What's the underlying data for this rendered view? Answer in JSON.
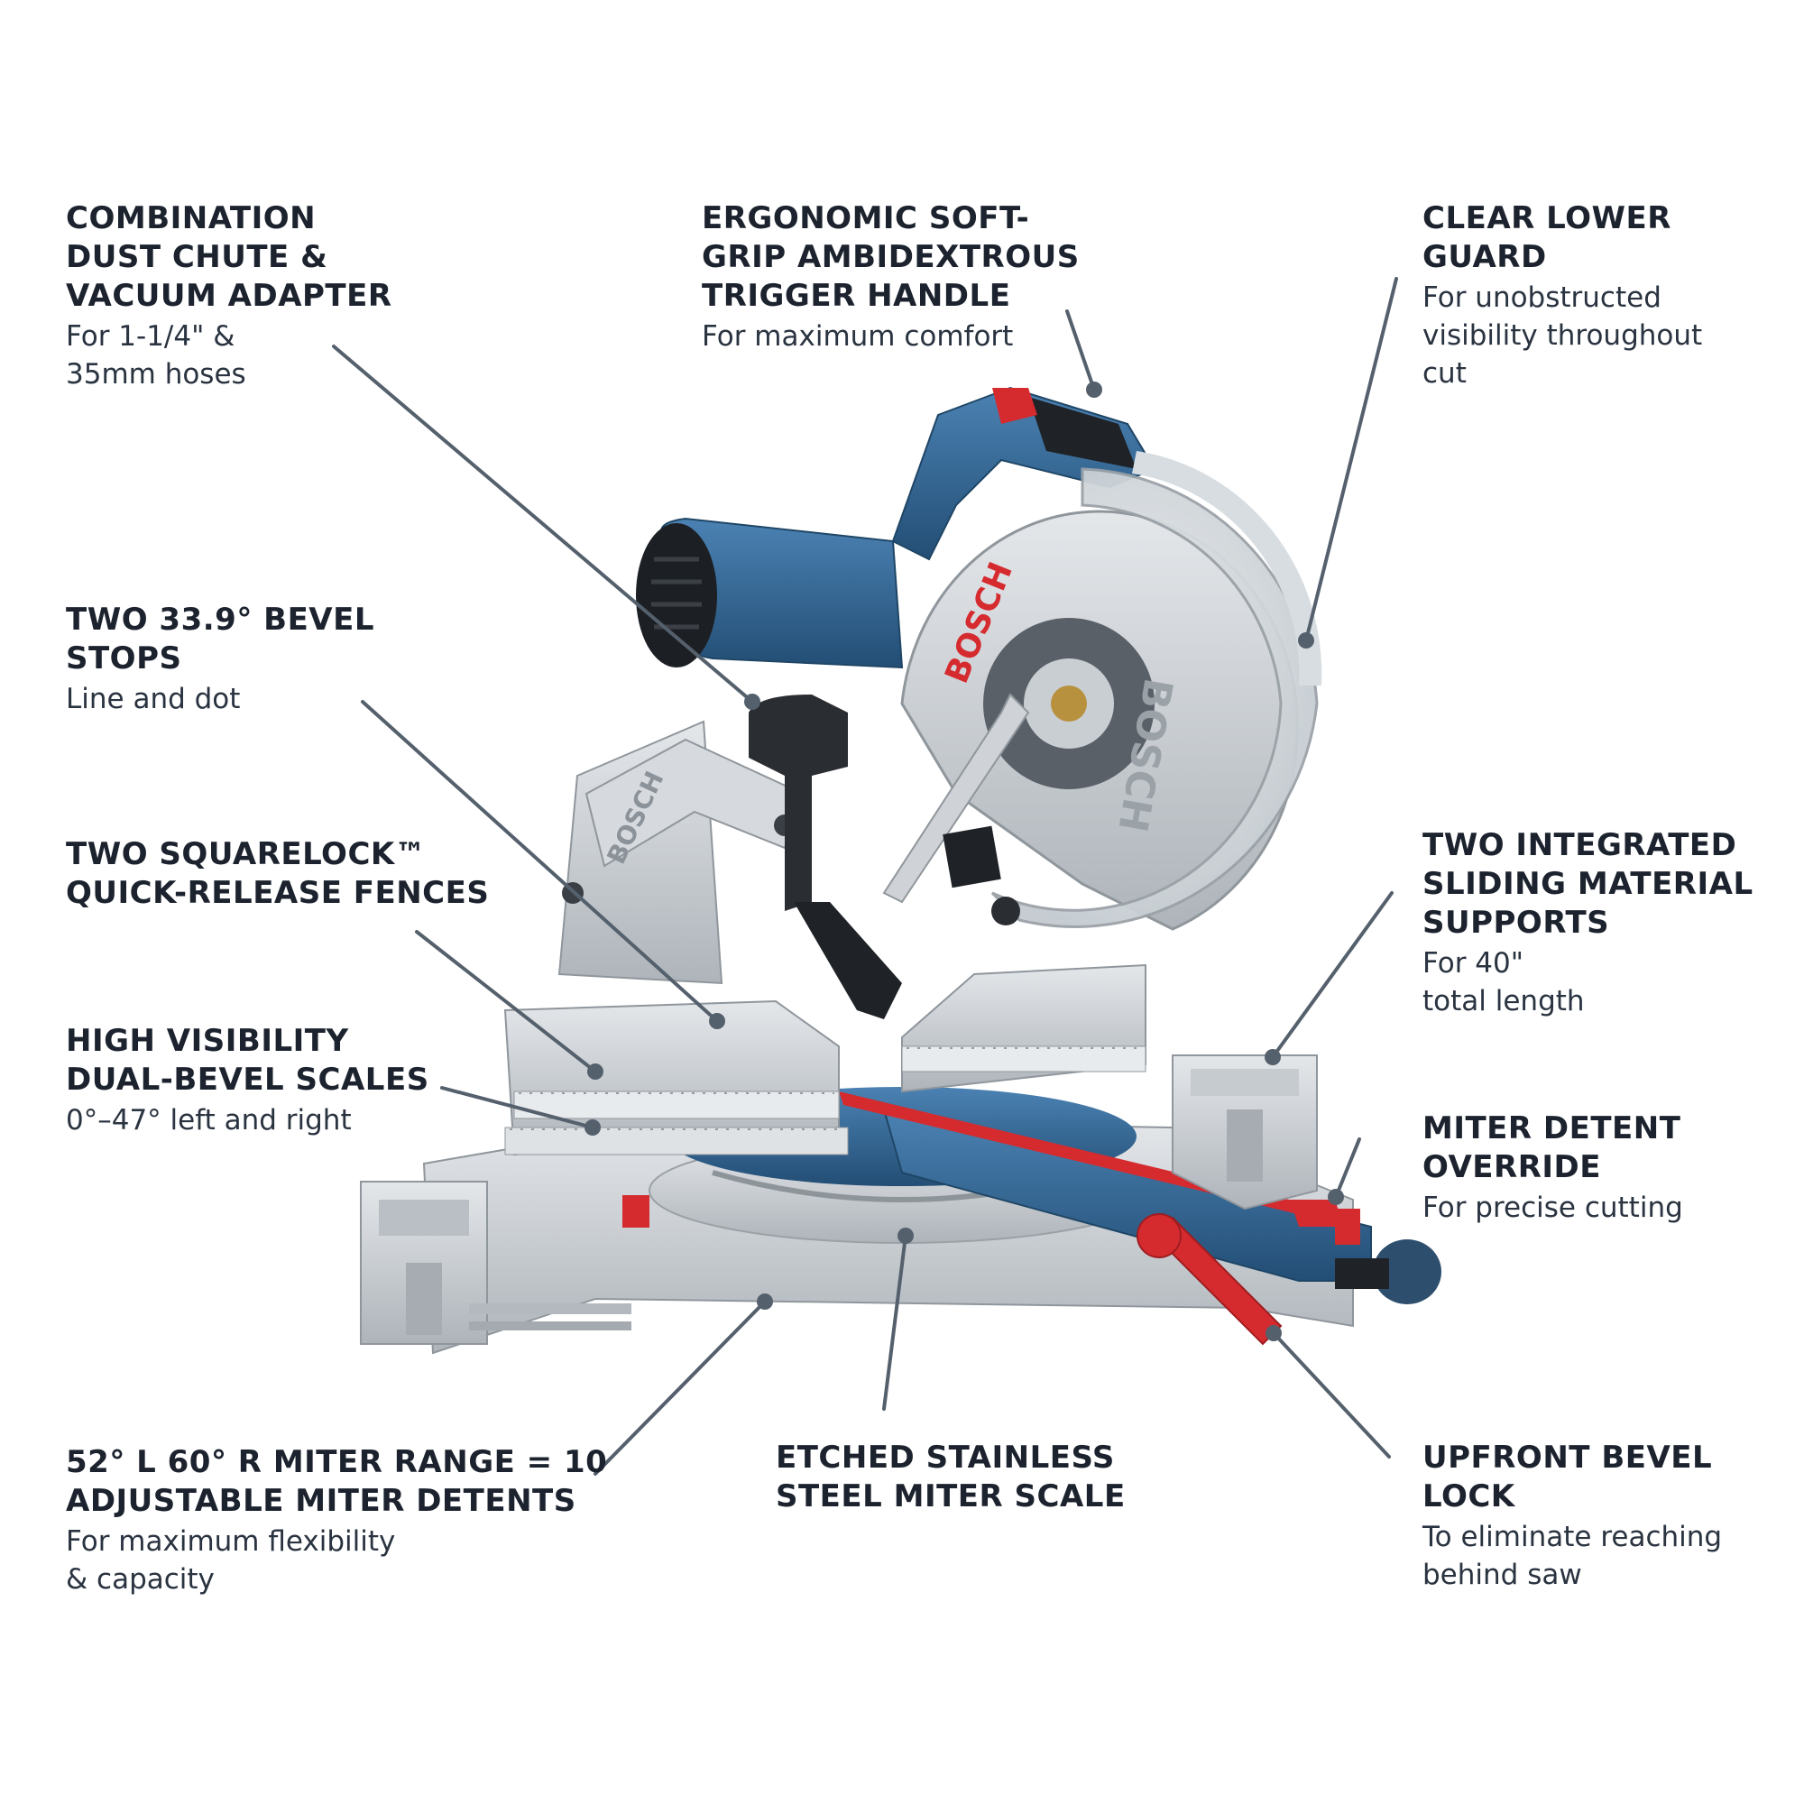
{
  "callouts": {
    "dust_chute": {
      "title": [
        "COMBINATION",
        "DUST CHUTE &",
        "VACUUM ADAPTER"
      ],
      "desc": [
        "For 1-1/4\" &",
        "35mm hoses"
      ]
    },
    "trigger_handle": {
      "title": [
        "ERGONOMIC SOFT-",
        "GRIP AMBIDEXTROUS",
        "TRIGGER HANDLE"
      ],
      "desc": [
        "For maximum comfort"
      ]
    },
    "lower_guard": {
      "title": [
        "CLEAR LOWER",
        "GUARD"
      ],
      "desc": [
        "For unobstructed",
        "visibility throughout",
        "cut"
      ]
    },
    "bevel_stops": {
      "title": [
        "TWO 33.9° BEVEL",
        "STOPS"
      ],
      "desc": [
        "Line and dot"
      ]
    },
    "fences": {
      "title": [
        "TWO SQUARELOCK™",
        "QUICK-RELEASE FENCES"
      ],
      "desc": []
    },
    "bevel_scales": {
      "title": [
        "HIGH VISIBILITY",
        "DUAL-BEVEL SCALES"
      ],
      "desc": [
        "0°–47° left and right"
      ]
    },
    "material_supports": {
      "title": [
        "TWO INTEGRATED",
        "SLIDING MATERIAL",
        "SUPPORTS"
      ],
      "desc": [
        "For 40\"",
        "total length"
      ]
    },
    "detent_override": {
      "title": [
        "MITER DETENT",
        "OVERRIDE"
      ],
      "desc": [
        "For precise cutting"
      ]
    },
    "miter_range": {
      "title": [
        "52° L 60° R MITER RANGE = 10",
        "ADJUSTABLE MITER DETENTS"
      ],
      "desc": [
        "For maximum flexibility",
        "& capacity"
      ]
    },
    "miter_scale": {
      "title": [
        "ETCHED STAINLESS",
        "STEEL MITER SCALE"
      ],
      "desc": []
    },
    "bevel_lock": {
      "title": [
        "UPFRONT BEVEL",
        "LOCK"
      ],
      "desc": [
        "To eliminate reaching",
        "behind saw"
      ]
    }
  },
  "product": {
    "brand_marks": [
      "BOSCH",
      "BOSCH",
      "BOSCH"
    ]
  },
  "colors": {
    "leader_line": "#55606d",
    "body_blue": "#2f6390",
    "accent_red": "#d52b2f",
    "metal_silver": "#c9ced3",
    "guard_clear": "#d8dde1"
  }
}
